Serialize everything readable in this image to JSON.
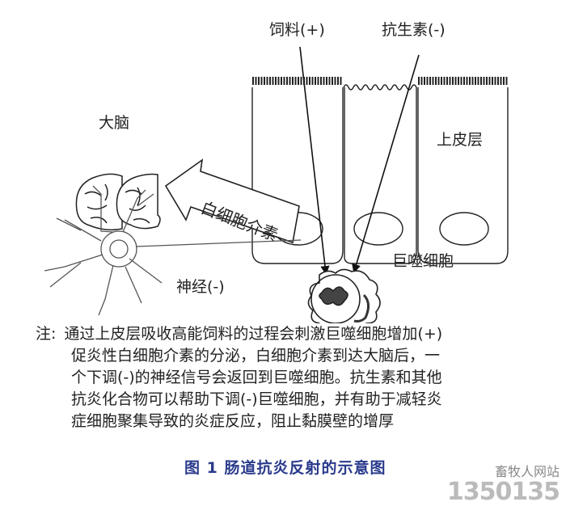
{
  "diagram": {
    "labels": {
      "feed": "饲料(+)",
      "antibiotic": "抗生素(-)",
      "epithelium": "上皮层",
      "brain": "大脑",
      "cytokine": "白细胞介素",
      "macrophage": "巨噬细胞",
      "nerve": "神经(-)"
    }
  },
  "note": {
    "prefix": "注:",
    "lines": [
      "通过上皮层吸收高能饲料的过程会刺激巨噬细胞增加(+)",
      "促炎性白细胞介素的分泌，白细胞介素到达大脑后，一",
      "个下调(-)的神经信号会返回到巨噬细胞。抗生素和其他",
      "抗炎化合物可以帮助下调(-)巨噬细胞，并有助于减轻炎",
      "症细胞聚集导致的炎症反应，阻止黏膜壁的增厚"
    ]
  },
  "caption": "图 1  肠道抗炎反射的示意图",
  "watermark": {
    "site": "畜牧人网站",
    "number": "1350135"
  }
}
